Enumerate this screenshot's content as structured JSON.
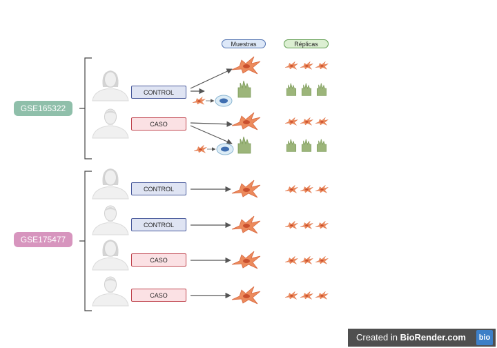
{
  "headers": {
    "samples": "Muestras",
    "replicas": "Réplicas"
  },
  "datasets": [
    {
      "name": "GSE165322",
      "color": "#8fbfaa"
    },
    {
      "name": "GSE175477",
      "color": "#d795be"
    }
  ],
  "group1": {
    "labels": [
      "CONTROL",
      "CASO"
    ],
    "sample_types": [
      "fibroblast",
      "organoid",
      "fibroblast",
      "organoid"
    ],
    "replicas_per_sample": 3
  },
  "group2": {
    "labels": [
      "CONTROL",
      "CONTROL",
      "CASO",
      "CASO"
    ],
    "sample_types": [
      "fibroblast",
      "fibroblast",
      "fibroblast",
      "fibroblast"
    ],
    "replicas_per_sample": 3
  },
  "colors": {
    "control_fill": "#dfe4f3",
    "control_border": "#4a5b9c",
    "caso_fill": "#fbe1e4",
    "caso_border": "#c0454f",
    "fibroblast": "#ec8a5c",
    "organoid": "#9cb57a"
  },
  "watermark": {
    "prefix": "Created in ",
    "brand": "BioRender.com",
    "logo": "bio"
  }
}
